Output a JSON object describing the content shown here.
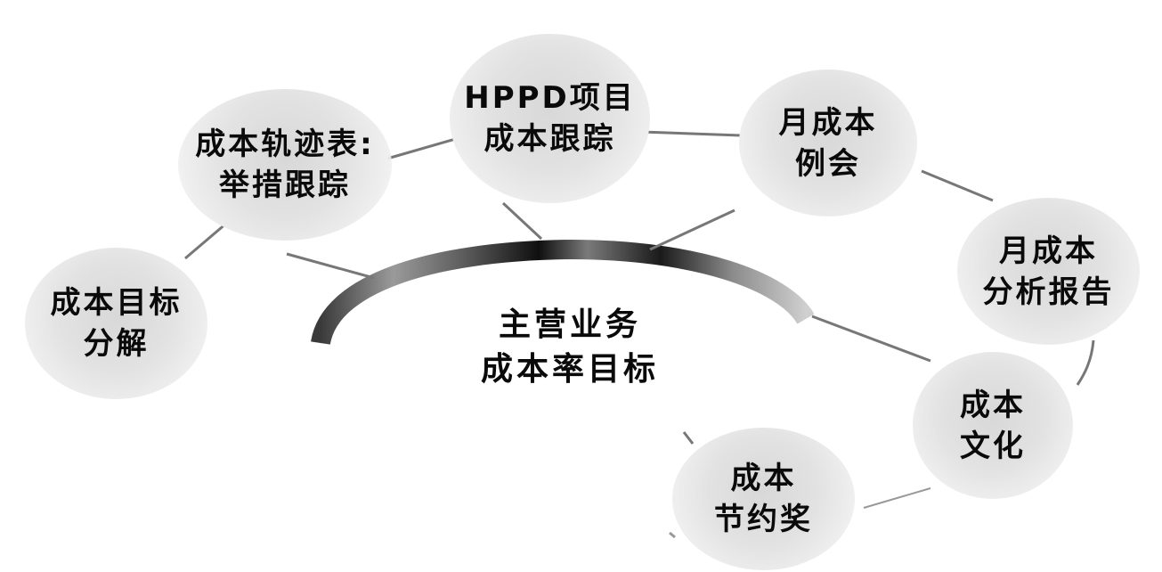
{
  "center": {
    "line1": "主营业务",
    "line2": "成本率目标"
  },
  "nodes": {
    "target_decomposition": {
      "line1": "成本目标",
      "line2": "分解"
    },
    "trajectory_table": {
      "line1": "成本轨迹表:",
      "line2": "举措跟踪"
    },
    "hppd_project": {
      "line1": "HPPD项目",
      "line2": "成本跟踪"
    },
    "monthly_meeting": {
      "line1": "月成本",
      "line2": "例会"
    },
    "monthly_report": {
      "line1": "月成本",
      "line2": "分析报告"
    },
    "cost_culture": {
      "line1": "成本",
      "line2": "文化"
    },
    "saving_award": {
      "line1": "成本",
      "line2": "节约奖"
    }
  }
}
